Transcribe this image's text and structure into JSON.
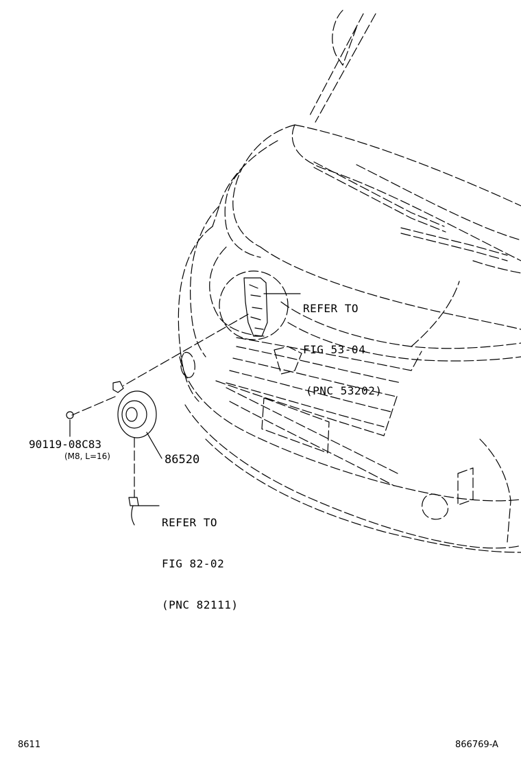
{
  "callouts": {
    "refer_fig53": {
      "line1": "REFER TO",
      "line2": "FIG 53-04",
      "line3": "(PNC 53202)"
    },
    "refer_fig82": {
      "line1": "REFER TO",
      "line2": "FIG 82-02",
      "line3": "(PNC 82111)"
    }
  },
  "parts": {
    "bolt": {
      "number": "90119-08C83",
      "spec": "(M8, L=16)"
    },
    "horn": {
      "number": "86520"
    }
  },
  "footer": {
    "left": "8611",
    "right": "866769-A"
  }
}
